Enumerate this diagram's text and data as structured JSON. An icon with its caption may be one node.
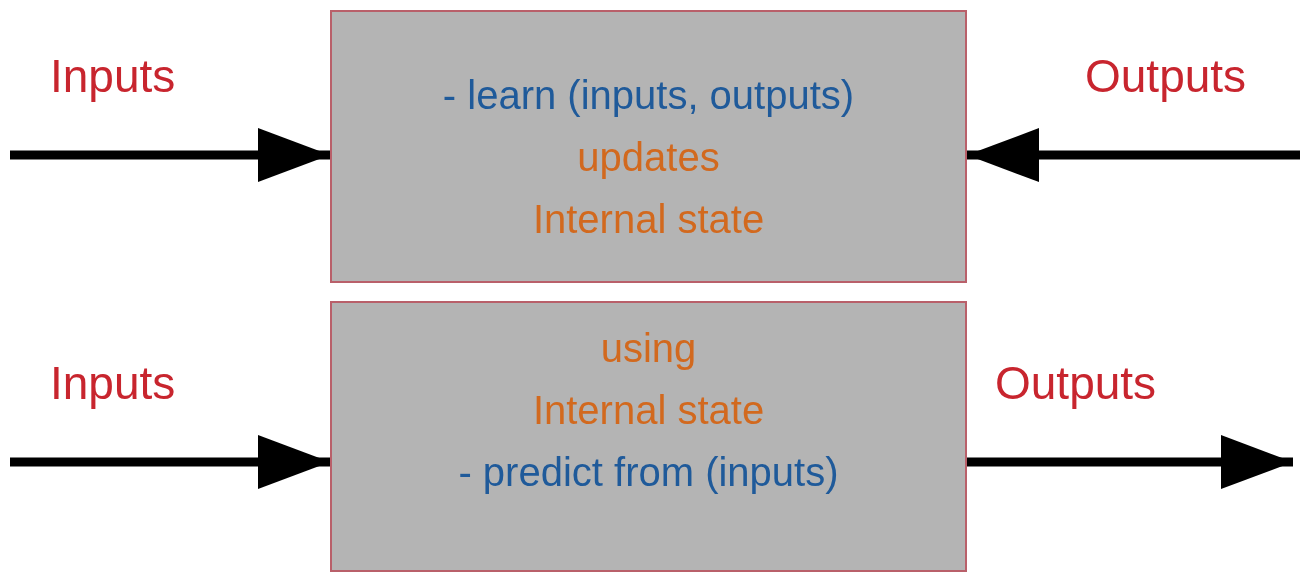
{
  "diagram": {
    "nodes": [
      {
        "text": [
          "- learn (inputs, outputs)",
          "updates",
          "Internal state"
        ]
      },
      {
        "text": [
          "using",
          "Internal state",
          "- predict from (inputs)"
        ]
      }
    ],
    "edges": [
      {
        "from": null,
        "to": 0,
        "arrow": "to",
        "label": "Inputs"
      },
      {
        "from": null,
        "to": 0,
        "arrow": "to",
        "label": "Outputs"
      },
      {
        "from": null,
        "to": 1,
        "arrow": "to",
        "label": "Inputs"
      },
      {
        "from": 1,
        "to": null,
        "arrow": "to",
        "label": "Outputs"
      }
    ]
  }
}
